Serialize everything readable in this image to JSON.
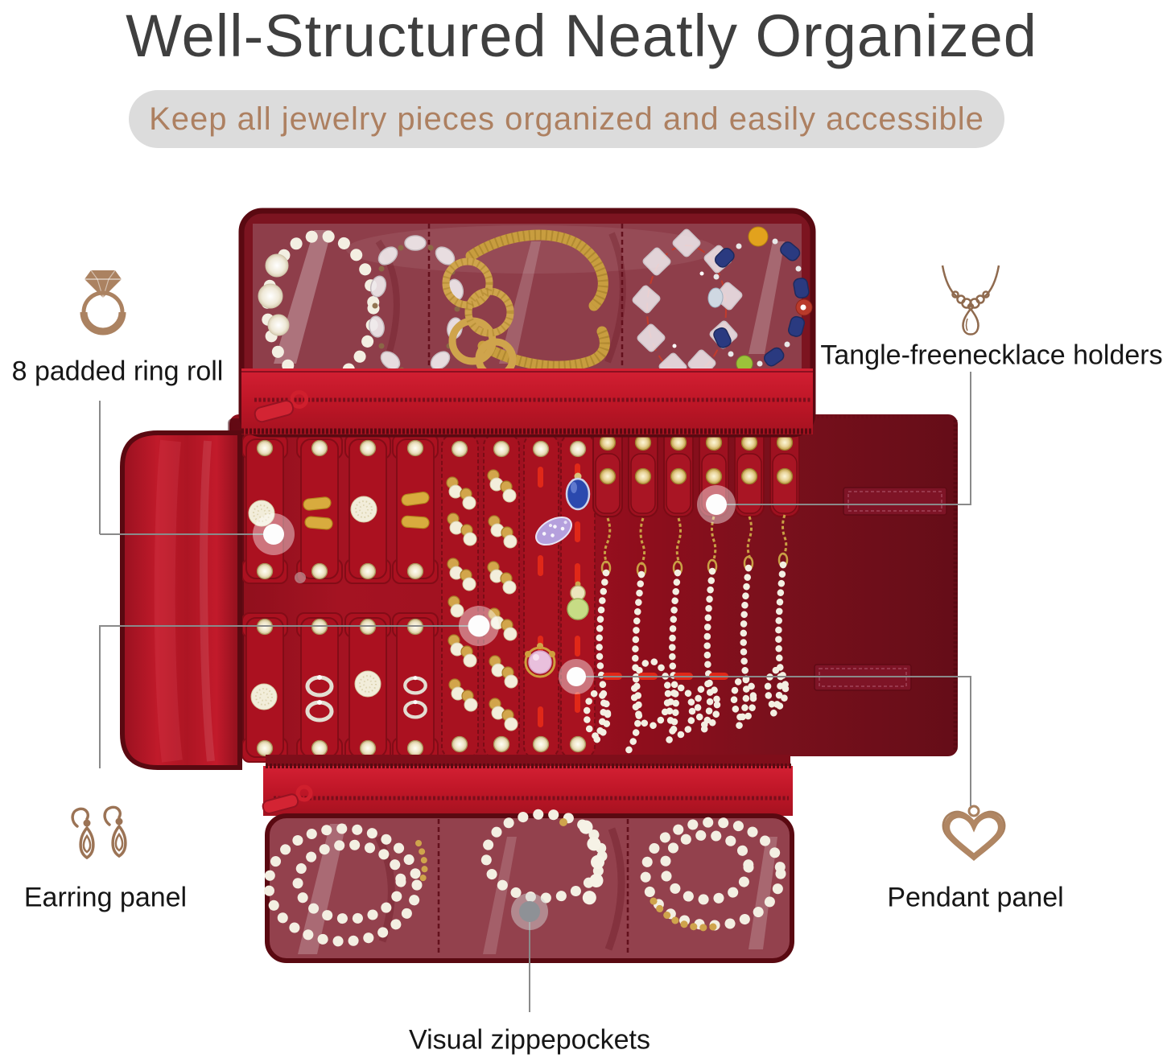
{
  "header": {
    "title": "Well-Structured Neatly Organized",
    "subtitle": "Keep all jewelry pieces organized and easily accessible"
  },
  "callouts": {
    "ring_roll": {
      "label": "8 padded ring roll",
      "icon": "diamond-ring-icon"
    },
    "necklace_holders": {
      "label": "Tangle-freenecklace holders",
      "icon": "necklace-icon"
    },
    "earring_panel": {
      "label": "Earring panel",
      "icon": "earrings-icon"
    },
    "pendant_panel": {
      "label": "Pendant panel",
      "icon": "heart-pendant-icon"
    },
    "zip_pockets": {
      "label": "Visual zippepockets",
      "icon": "none"
    }
  },
  "colors": {
    "title_text": "#3f3f3f",
    "subtitle_bg": "#dcdcdc",
    "subtitle_text": "#ad8061",
    "label_text": "#161616",
    "icon_brown": "#9b7355",
    "callout_line": "#8a8a8a",
    "velvet_bright": "#a81321",
    "velvet_dark": "#6d0d18",
    "satin_red": "#c2182b",
    "serge_edge": "#5a0911",
    "vinyl_rose": "#94434e",
    "pearl": "#f3efe2",
    "gold": "#c79c3f"
  }
}
